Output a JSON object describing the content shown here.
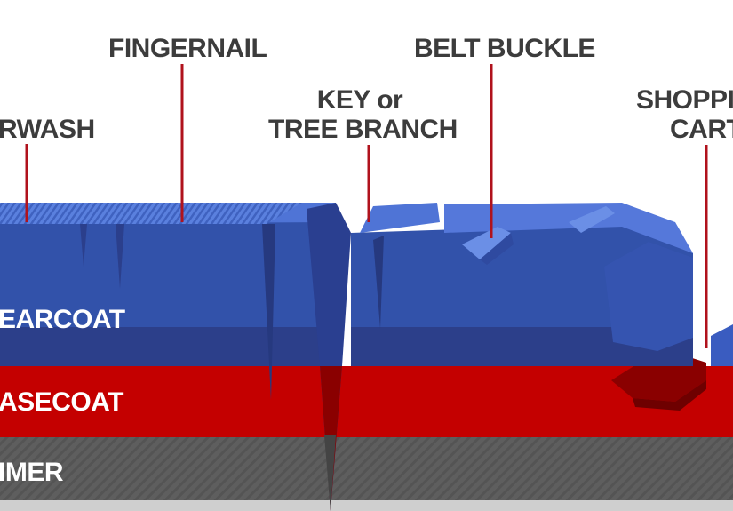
{
  "damage_labels": {
    "carwash": "RWASH",
    "fingernail": "FINGERNAIL",
    "key_line1": "KEY or",
    "key_line2": "TREE BRANCH",
    "belt_buckle": "BELT BUCKLE",
    "shopping_line1": "SHOPPI",
    "shopping_line2": "CART"
  },
  "layer_labels": {
    "clearcoat": "EARCOAT",
    "basecoat": "ASECOAT",
    "primer": "IMER"
  },
  "colors": {
    "clearcoat_top": "#4f74d6",
    "clearcoat_front": "#3252aa",
    "clearcoat_band": "#2c3f8a",
    "basecoat": "#c40000",
    "basecoat_dark": "#8a0000",
    "primer": "#5c5c5c",
    "leader_line": "#b0121c",
    "label_text": "#3c3c3c"
  }
}
